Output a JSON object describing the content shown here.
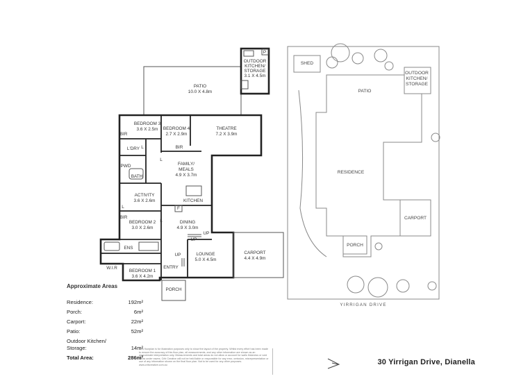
{
  "rooms": {
    "outdoor_kitchen": {
      "name": "OUTDOOR KITCHEN/ STORAGE",
      "line1": "OUTDOOR",
      "line2": "KITCHEN/",
      "line3": "STORAGE",
      "dims": "3.1 X 4.5m"
    },
    "patio": {
      "name": "PATIO",
      "dims": "10.0 X 4.8m"
    },
    "bedroom3": {
      "name": "BEDROOM 3",
      "dims": "3.6 X 2.5m"
    },
    "bedroom4": {
      "name": "BEDROOM 4",
      "dims": "2.7 X 2.9m"
    },
    "theatre": {
      "name": "THEATRE",
      "dims": "7.2 X 3.9m"
    },
    "family": {
      "name": "FAMILY/",
      "name2": "MEALS",
      "dims": "4.9 X 3.7m"
    },
    "kitchen": {
      "name": "KITCHEN"
    },
    "activity": {
      "name": "ACTIVITY",
      "dims": "3.6 X 2.6m"
    },
    "bedroom2": {
      "name": "BEDROOM 2",
      "dims": "3.0 X 2.6m"
    },
    "dining": {
      "name": "DINING",
      "dims": "4.9 X 3.0m"
    },
    "lounge": {
      "name": "LOUNGE",
      "dims": "5.0 X 4.5m"
    },
    "carport": {
      "name": "CARPORT",
      "dims": "4.4 X 4.9m"
    },
    "bedroom1": {
      "name": "BEDROOM 1",
      "dims": "3.6 X 4.2m"
    },
    "ens": "ENS",
    "wir": "W.I.R",
    "entry": "ENTRY",
    "porch": "PORCH",
    "ldry": "L'DRY",
    "bath": "BATH",
    "pwd": "PWD",
    "bir": "BIR",
    "l": "L",
    "f": "F",
    "p": "P",
    "up": "UP"
  },
  "site": {
    "shed": "SHED",
    "outdoor_kitchen_l1": "OUTDOOR",
    "outdoor_kitchen_l2": "KITCHEN/",
    "outdoor_kitchen_l3": "STORAGE",
    "patio": "PATIO",
    "residence": "RESIDENCE",
    "carport": "CARPORT",
    "porch": "PORCH",
    "street": "YIRRIGAN DRIVE"
  },
  "areas": {
    "title": "Approximate Areas",
    "rows": [
      {
        "label": "Residence:",
        "value": "192m²"
      },
      {
        "label": "Porch:",
        "value": "6m²"
      },
      {
        "label": "Carport:",
        "value": "22m²"
      },
      {
        "label": "Patio:",
        "value": "52m²"
      },
      {
        "label": "Outdoor Kitchen/ Storage:",
        "value": "14m²"
      },
      {
        "label": "Total Area:",
        "value": "286m²"
      }
    ]
  },
  "disclaimer": "This floorplan is for illustration purposes only to show the layout of the property. Whilst every effort has been made to ensure the accuracy of this floor plan, all measurements, and any other information are shown as an approximate interpretation only. Measurements and total areas do not allow or account for walls thickness or void areas under eaves. Crib Creative will not be held liable or responsible for any error, omission, misrepresentation or use of any information shown on the final floor plan. Not to be used for any other purposes. www.cribcreative.com.au",
  "address": "30 Yirrigan Drive, Dianella",
  "icons": {
    "compass": "north-arrow-icon"
  }
}
